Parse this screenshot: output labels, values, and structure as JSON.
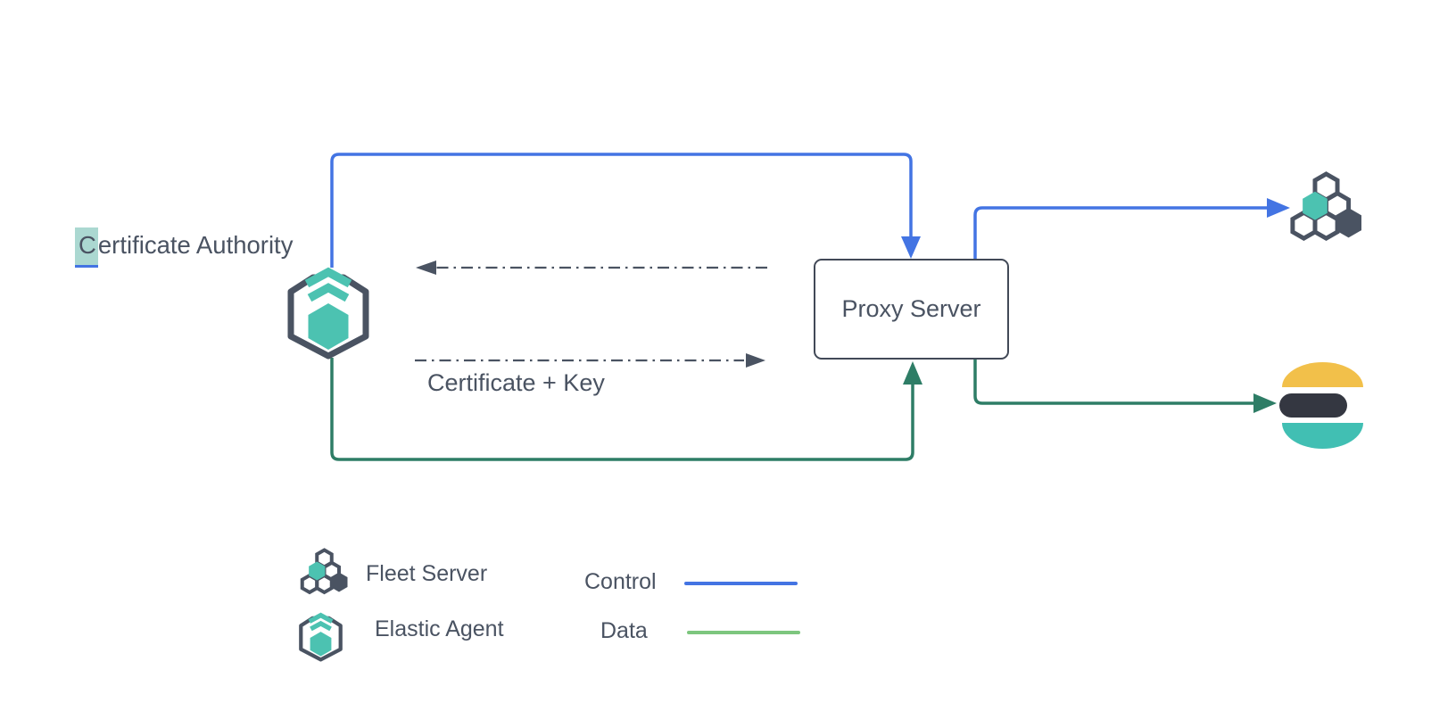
{
  "diagram": {
    "certificate_authority": {
      "first_letter": "C",
      "rest": "ertificate Authority"
    },
    "proxy_server_label": "Proxy Server",
    "certificate_key_label": "Certificate + Key"
  },
  "legend": {
    "fleet_server_label": "Fleet Server",
    "elastic_agent_label": "Elastic Agent",
    "control_label": "Control",
    "data_label": "Data"
  },
  "icons": {
    "elastic_agent": "elastic-agent-icon",
    "fleet_server": "fleet-server-icon",
    "elasticsearch": "elasticsearch-icon"
  },
  "colors": {
    "control_blue": "#4374e3",
    "data_green": "#2e7d66",
    "legend_data_green": "#7dc67e",
    "slate": "#4a5362",
    "teal": "#4cc2b1",
    "highlight_teal": "#abd8d1",
    "es_yellow": "#f2c04a",
    "es_dark": "#343741",
    "es_teal": "#41bfb3"
  }
}
